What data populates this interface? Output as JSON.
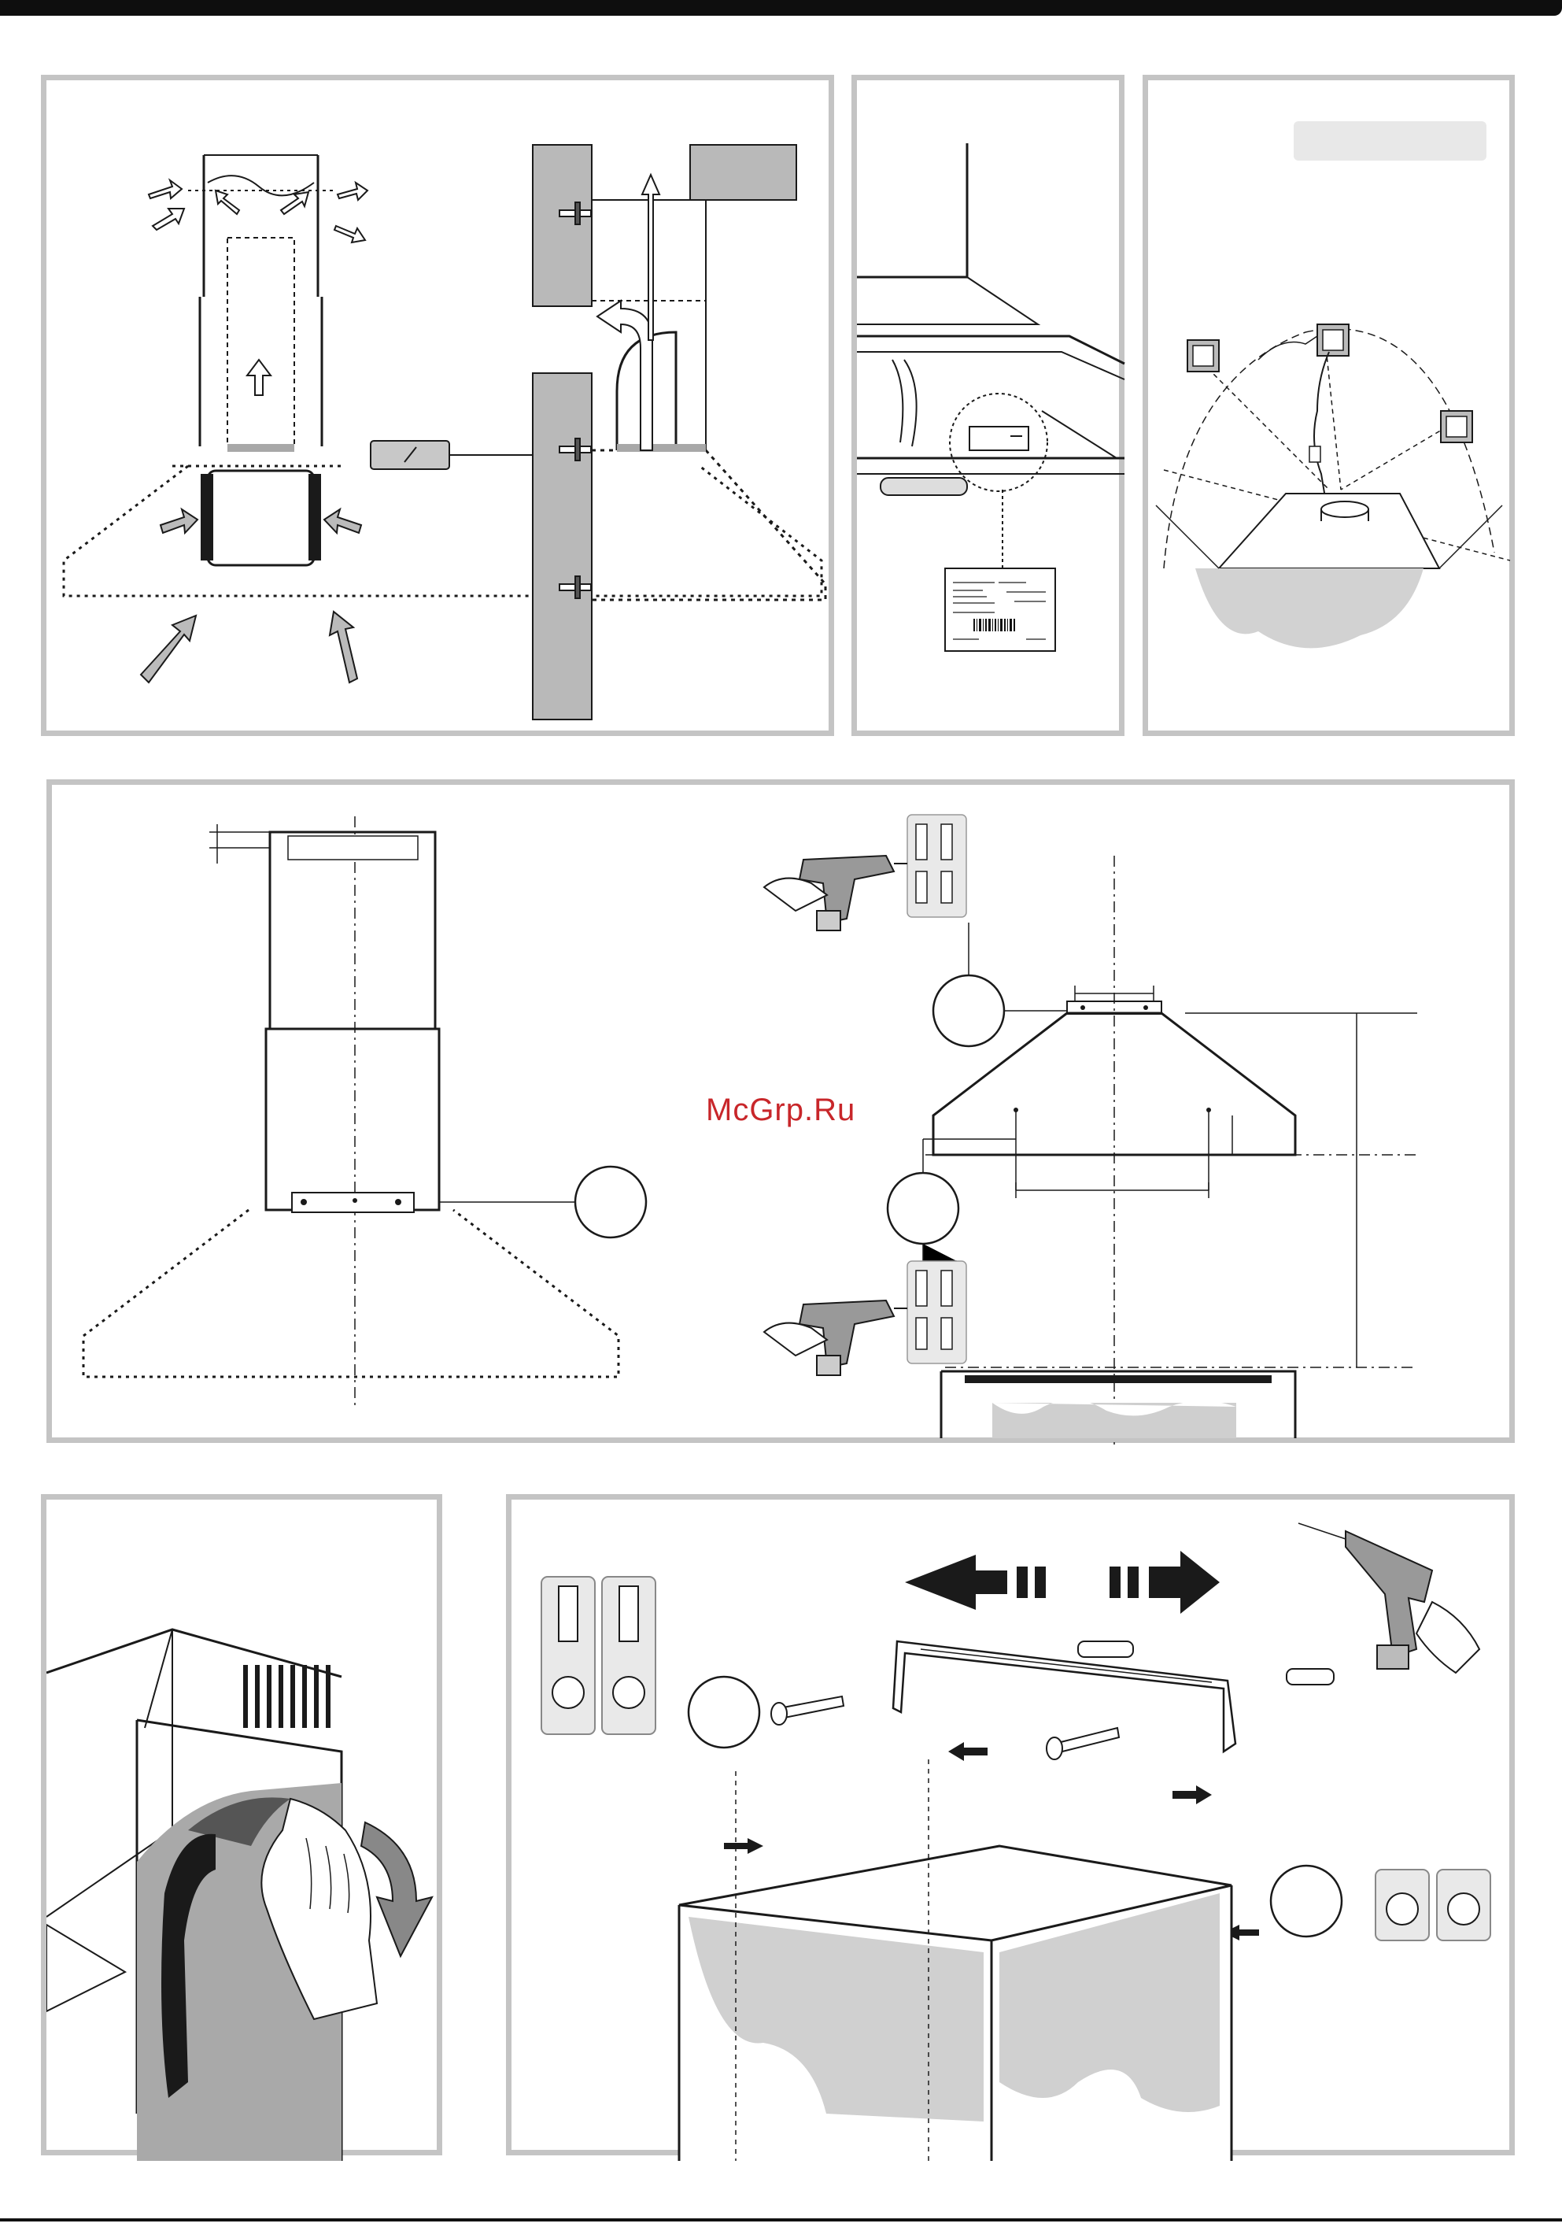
{
  "watermark": {
    "text": "McGrp.Ru",
    "color": "#c8262a"
  },
  "colors": {
    "panel_border": "#c4c4c4",
    "wall_grey": "#b9b9b9",
    "line": "#1a1a1a",
    "arrow_fill": "#8a8a8a",
    "badge_grey": "#e6e6e6"
  },
  "panels": [
    {
      "id": "airflow",
      "icons": [
        "filter-arrow-icon",
        "exhaust-arrow-icon"
      ]
    },
    {
      "id": "rating-plate",
      "icons": [
        "rating-label-icon",
        "barcode-icon"
      ]
    },
    {
      "id": "electrical",
      "icons": [
        "socket-icon",
        "hand-icon"
      ]
    },
    {
      "id": "drilling-template",
      "icons": [
        "drill-icon",
        "wall-plug-icon",
        "screw-icon"
      ]
    },
    {
      "id": "remove-film",
      "icons": [
        "glove-hand-icon",
        "peel-arrow-icon"
      ]
    },
    {
      "id": "bracket-mount",
      "icons": [
        "drill-icon",
        "wall-plug-icon",
        "screw-icon",
        "direction-arrow-icon"
      ]
    }
  ]
}
